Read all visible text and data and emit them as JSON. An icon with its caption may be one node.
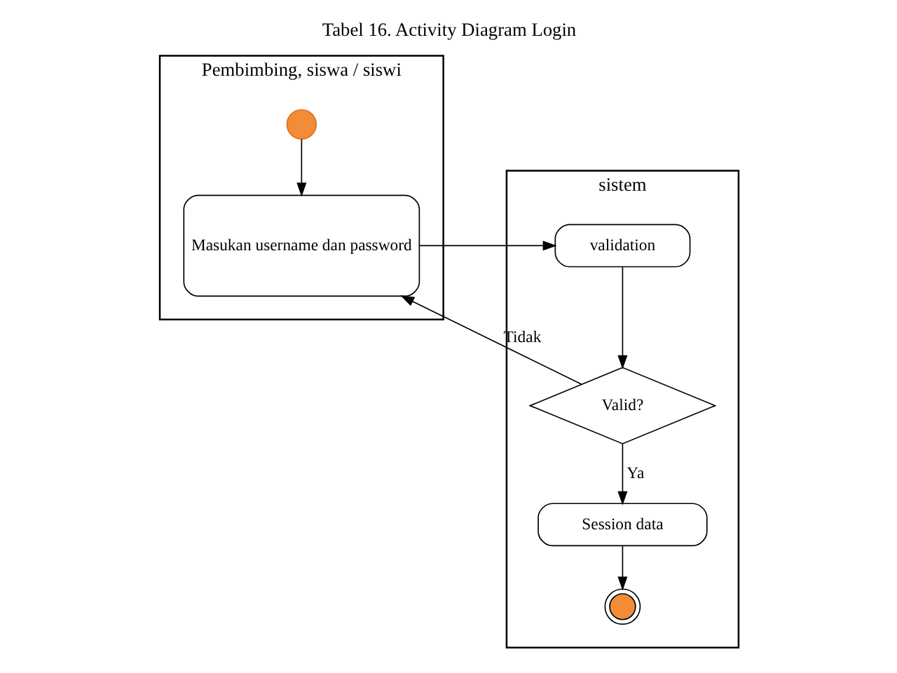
{
  "diagram": {
    "title": "Tabel 16. Activity Diagram Login",
    "nodes": [
      {
        "text": [
          "Pembimbing, siswa / siswi"
        ]
      },
      {
        "text": [
          "sistem"
        ]
      },
      {
        "text": [],
        "shape": "circle",
        "in": 0
      },
      {
        "text": [
          "Masukan username dan password"
        ],
        "in": 0
      },
      {
        "text": [
          "validation"
        ],
        "in": 1
      },
      {
        "text": [
          "Valid?"
        ],
        "in": 1
      },
      {
        "text": [
          "Session data"
        ],
        "in": 1
      },
      {
        "text": [],
        "shape": "circle",
        "in": 1
      }
    ],
    "edges": [
      {
        "from": 2,
        "to": 3,
        "arrow": "to"
      },
      {
        "from": 3,
        "to": 4,
        "arrow": "to"
      },
      {
        "from": 4,
        "to": 5,
        "arrow": "to"
      },
      {
        "from": 5,
        "to": 3,
        "arrow": "to",
        "label": "Tidak"
      },
      {
        "from": 5,
        "to": 6,
        "arrow": "to",
        "label": "Ya"
      },
      {
        "from": 6,
        "to": 7,
        "arrow": "to"
      }
    ]
  }
}
